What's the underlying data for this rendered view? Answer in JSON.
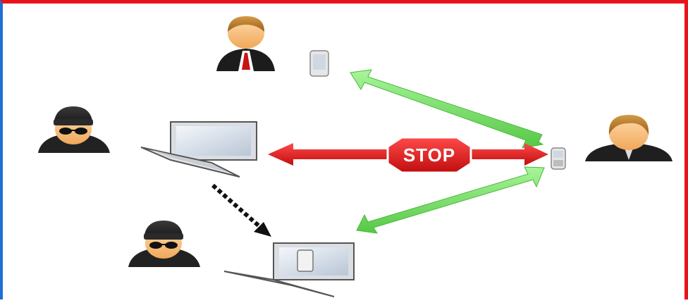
{
  "diagram": {
    "stop_label": "STOP",
    "colors": {
      "frame_top": "#e8141c",
      "frame_left": "#1f6fd6",
      "allowed_arrow": "#7ee06a",
      "blocked_arrow": "#e41b1b",
      "stop_sign": "#e41b1b",
      "dashed_arrow": "#111111"
    },
    "nodes": [
      {
        "name": "businessman-with-phone",
        "icon": "businessman-icon"
      },
      {
        "name": "hacker-with-laptop",
        "icon": "hacker-icon"
      },
      {
        "name": "hacker-with-laptop-phone-screen",
        "icon": "hacker-icon"
      },
      {
        "name": "person-with-phone",
        "icon": "person-icon"
      }
    ]
  }
}
